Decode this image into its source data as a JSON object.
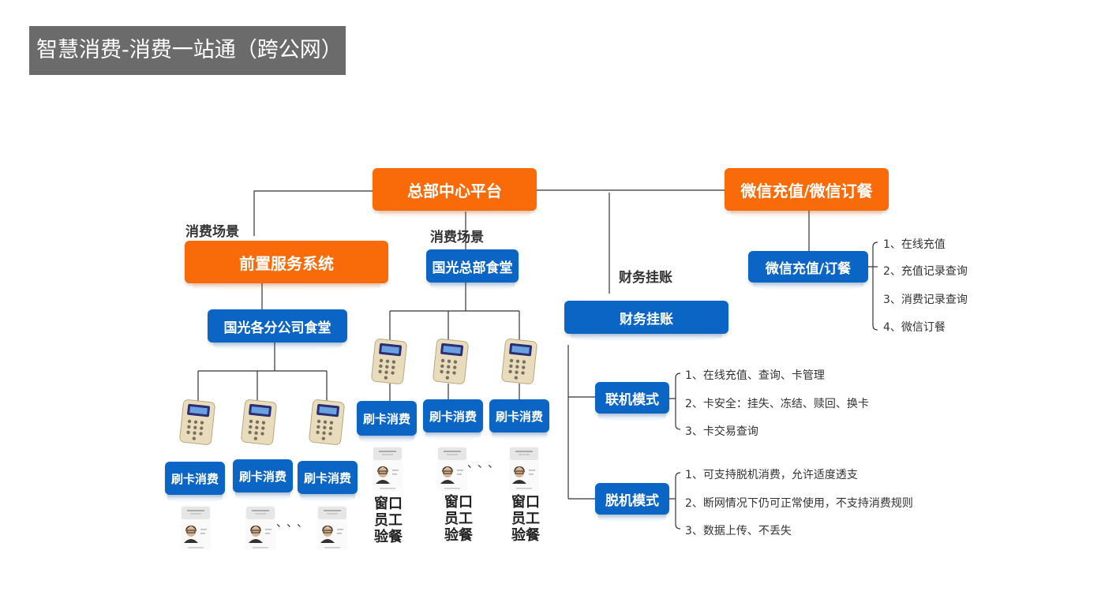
{
  "page_title": "智慧消费-消费一站通（跨公网）",
  "hq": {
    "label": "总部中心平台"
  },
  "wechat": {
    "main_label": "微信充值/微信订餐",
    "sub_label": "微信充值/订餐",
    "features": [
      "1、在线充值",
      "2、充值记录查询",
      "3、消费记录查询",
      "4、微信订餐"
    ]
  },
  "scene_labels": {
    "left": "消费场景",
    "center": "消费场景",
    "finance": "财务挂账"
  },
  "front_service": {
    "label": "前置服务系统"
  },
  "hq_canteen": {
    "label": "国光总部食堂"
  },
  "branch_canteen": {
    "label": "国光各分公司食堂"
  },
  "finance": {
    "label": "财务挂账",
    "online": {
      "label": "联机模式",
      "features": [
        "1、在线充值、查询、卡管理",
        "2、卡安全：挂失、冻结、赎回、换卡",
        "3、卡交易查询"
      ]
    },
    "offline": {
      "label": "脱机模式",
      "features": [
        "1、可支持脱机消费，允许适度透支",
        "2、断网情况下仍可正常使用，不支持消费规则",
        "3、数据上传、不丢失"
      ]
    }
  },
  "swipe_label": "刷卡消费",
  "window_label": "窗口员工验餐",
  "ellipsis": "、、、",
  "colors": {
    "orange": "#f96b08",
    "blue": "#0b65c4",
    "title_bg": "#6b6b6b"
  }
}
